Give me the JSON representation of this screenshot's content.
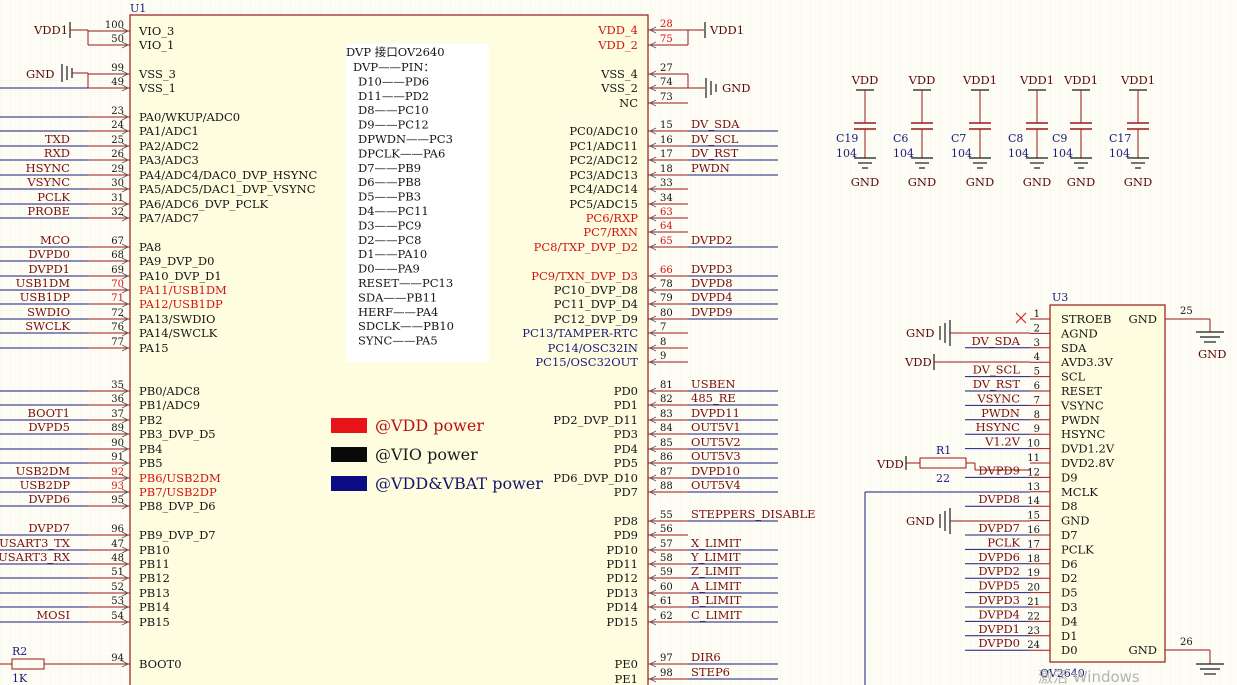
{
  "u1": {
    "designator": "U1",
    "left_pins": [
      {
        "num": "100",
        "name": "VIO_3",
        "net": "VDD1",
        "c": "k"
      },
      {
        "num": "50",
        "name": "VIO_1",
        "net": "",
        "c": "k"
      },
      {
        "num": "99",
        "name": "VSS_3",
        "net": "GND",
        "c": "k"
      },
      {
        "num": "49",
        "name": "VSS_1",
        "net": "",
        "c": "k"
      },
      {
        "num": "23",
        "name": "PA0/WKUP/ADC0",
        "net": "",
        "c": "k"
      },
      {
        "num": "24",
        "name": "PA1/ADC1",
        "net": "",
        "c": "k"
      },
      {
        "num": "25",
        "name": "PA2/ADC2",
        "net": "TXD",
        "c": "k"
      },
      {
        "num": "26",
        "name": "PA3/ADC3",
        "net": "RXD",
        "c": "k"
      },
      {
        "num": "29",
        "name": "PA4/ADC4/DAC0_DVP_HSYNC",
        "net": "HSYNC",
        "c": "k"
      },
      {
        "num": "30",
        "name": "PA5/ADC5/DAC1_DVP_VSYNC",
        "net": "VSYNC",
        "c": "k"
      },
      {
        "num": "31",
        "name": "PA6/ADC6_DVP_PCLK",
        "net": "PCLK",
        "c": "k"
      },
      {
        "num": "32",
        "name": "PA7/ADC7",
        "net": "PROBE",
        "c": "k"
      },
      {
        "num": "67",
        "name": "PA8",
        "net": "MCO",
        "c": "k"
      },
      {
        "num": "68",
        "name": "PA9_DVP_D0",
        "net": "DVPD0",
        "c": "k"
      },
      {
        "num": "69",
        "name": "PA10_DVP_D1",
        "net": "DVPD1",
        "c": "k"
      },
      {
        "num": "70",
        "name": "PA11/USB1DM",
        "net": "USB1DM",
        "c": "r"
      },
      {
        "num": "71",
        "name": "PA12/USB1DP",
        "net": "USB1DP",
        "c": "r"
      },
      {
        "num": "72",
        "name": "PA13/SWDIO",
        "net": "SWDIO",
        "c": "k"
      },
      {
        "num": "76",
        "name": "PA14/SWCLK",
        "net": "SWCLK",
        "c": "k"
      },
      {
        "num": "77",
        "name": "PA15",
        "net": "",
        "c": "k"
      },
      {
        "num": "35",
        "name": "PB0/ADC8",
        "net": "",
        "c": "k"
      },
      {
        "num": "36",
        "name": "PB1/ADC9",
        "net": "",
        "c": "k"
      },
      {
        "num": "37",
        "name": "PB2",
        "net": "BOOT1",
        "c": "k"
      },
      {
        "num": "89",
        "name": "PB3_DVP_D5",
        "net": "DVPD5",
        "c": "k"
      },
      {
        "num": "90",
        "name": "PB4",
        "net": "",
        "c": "k"
      },
      {
        "num": "91",
        "name": "PB5",
        "net": "",
        "c": "k"
      },
      {
        "num": "92",
        "name": "PB6/USB2DM",
        "net": "USB2DM",
        "c": "r"
      },
      {
        "num": "93",
        "name": "PB7/USB2DP",
        "net": "USB2DP",
        "c": "r"
      },
      {
        "num": "95",
        "name": "PB8_DVP_D6",
        "net": "DVPD6",
        "c": "k"
      },
      {
        "num": "96",
        "name": "PB9_DVP_D7",
        "net": "DVPD7",
        "c": "k"
      },
      {
        "num": "47",
        "name": "PB10",
        "net": "USART3_TX",
        "c": "k"
      },
      {
        "num": "48",
        "name": "PB11",
        "net": "USART3_RX",
        "c": "k"
      },
      {
        "num": "51",
        "name": "PB12",
        "net": "",
        "c": "k"
      },
      {
        "num": "52",
        "name": "PB13",
        "net": "",
        "c": "k"
      },
      {
        "num": "53",
        "name": "PB14",
        "net": "",
        "c": "k"
      },
      {
        "num": "54",
        "name": "PB15",
        "net": "MOSI",
        "c": "k"
      },
      {
        "num": "94",
        "name": "BOOT0",
        "net": "",
        "c": "k"
      }
    ],
    "right_pins": [
      {
        "num": "28",
        "name": "VDD_4",
        "net": "VDD1",
        "c": "r"
      },
      {
        "num": "75",
        "name": "VDD_2",
        "net": "",
        "c": "r"
      },
      {
        "num": "27",
        "name": "VSS_4",
        "net": "GND",
        "c": "k"
      },
      {
        "num": "74",
        "name": "VSS_2",
        "net": "",
        "c": "k"
      },
      {
        "num": "73",
        "name": "NC",
        "net": "",
        "c": "k"
      },
      {
        "num": "15",
        "name": "PC0/ADC10",
        "net": "DV_SDA",
        "c": "k"
      },
      {
        "num": "16",
        "name": "PC1/ADC11",
        "net": "DV_SCL",
        "c": "k"
      },
      {
        "num": "17",
        "name": "PC2/ADC12",
        "net": "DV_RST",
        "c": "k"
      },
      {
        "num": "18",
        "name": "PC3/ADC13",
        "net": "PWDN",
        "c": "k"
      },
      {
        "num": "33",
        "name": "PC4/ADC14",
        "net": "",
        "c": "k"
      },
      {
        "num": "34",
        "name": "PC5/ADC15",
        "net": "",
        "c": "k"
      },
      {
        "num": "63",
        "name": "PC6/RXP",
        "net": "",
        "c": "r"
      },
      {
        "num": "64",
        "name": "PC7/RXN",
        "net": "",
        "c": "r"
      },
      {
        "num": "65",
        "name": "PC8/TXP_DVP_D2",
        "net": "DVPD2",
        "c": "r"
      },
      {
        "num": "66",
        "name": "PC9/TXN_DVP_D3",
        "net": "DVPD3",
        "c": "r"
      },
      {
        "num": "78",
        "name": "PC10_DVP_D8",
        "net": "DVPD8",
        "c": "k"
      },
      {
        "num": "79",
        "name": "PC11_DVP_D4",
        "net": "DVPD4",
        "c": "k"
      },
      {
        "num": "80",
        "name": "PC12_DVP_D9",
        "net": "DVPD9",
        "c": "k"
      },
      {
        "num": "7",
        "name": "PC13/TAMPER-RTC",
        "net": "",
        "c": "b"
      },
      {
        "num": "8",
        "name": "PC14/OSC32IN",
        "net": "",
        "c": "b"
      },
      {
        "num": "9",
        "name": "PC15/OSC32OUT",
        "net": "",
        "c": "b"
      },
      {
        "num": "81",
        "name": "PD0",
        "net": "USBEN",
        "c": "k"
      },
      {
        "num": "82",
        "name": "PD1",
        "net": "485_RE",
        "c": "k"
      },
      {
        "num": "83",
        "name": "PD2_DVP_D11",
        "net": "DVPD11",
        "c": "k"
      },
      {
        "num": "84",
        "name": "PD3",
        "net": "OUT5V1",
        "c": "k"
      },
      {
        "num": "85",
        "name": "PD4",
        "net": "OUT5V2",
        "c": "k"
      },
      {
        "num": "86",
        "name": "PD5",
        "net": "OUT5V3",
        "c": "k"
      },
      {
        "num": "87",
        "name": "PD6_DVP_D10",
        "net": "DVPD10",
        "c": "k"
      },
      {
        "num": "88",
        "name": "PD7",
        "net": "OUT5V4",
        "c": "k"
      },
      {
        "num": "55",
        "name": "PD8",
        "net": "STEPPERS_DISABLE",
        "c": "k"
      },
      {
        "num": "56",
        "name": "PD9",
        "net": "",
        "c": "k"
      },
      {
        "num": "57",
        "name": "PD10",
        "net": "X_LIMIT",
        "c": "k"
      },
      {
        "num": "58",
        "name": "PD11",
        "net": "Y_LIMIT",
        "c": "k"
      },
      {
        "num": "59",
        "name": "PD12",
        "net": "Z_LIMIT",
        "c": "k"
      },
      {
        "num": "60",
        "name": "PD13",
        "net": "A_LIMIT",
        "c": "k"
      },
      {
        "num": "61",
        "name": "PD14",
        "net": "B_LIMIT",
        "c": "k"
      },
      {
        "num": "62",
        "name": "PD15",
        "net": "C_LIMIT",
        "c": "k"
      },
      {
        "num": "97",
        "name": "PE0",
        "net": "DIR6",
        "c": "k"
      },
      {
        "num": "98",
        "name": "PE1",
        "net": "STEP6",
        "c": "k"
      }
    ]
  },
  "dvp_note": {
    "title": "DVP 接口OV2640",
    "lines": [
      "DVP——PIN：",
      "D10——PD6",
      "D11——PD2",
      "D8——PC10",
      "D9——PC12",
      "DPWDN——PC3",
      "DPCLK——PA6",
      "D7——PB9",
      "D6——PB8",
      "D5——PB3",
      "D4——PC11",
      "D3——PC9",
      "D2——PC8",
      "D1——PA10",
      "D0——PA9",
      "RESET——PC13",
      "SDA——PB11",
      "HERF——PA4",
      "SDCLK——PB10",
      "SYNC——PA5"
    ]
  },
  "legend": [
    {
      "color": "#e8141a",
      "label": "@VDD power",
      "text_color": "#b81212"
    },
    {
      "color": "#0a0a0a",
      "label": "@VIO power",
      "text_color": "#1a1a1a"
    },
    {
      "color": "#0b0b84",
      "label": "@VDD&VBAT power",
      "text_color": "#14146a"
    }
  ],
  "power_labels": {
    "vdd1_left": "VDD1",
    "gnd_left": "GND",
    "vdd1_right": "VDD1",
    "gnd_right": "GND"
  },
  "capacitors": [
    {
      "ref": "C19",
      "value": "104",
      "top": "VDD",
      "bottom": "GND"
    },
    {
      "ref": "C6",
      "value": "104",
      "top": "VDD",
      "bottom": "GND"
    },
    {
      "ref": "C7",
      "value": "104",
      "top": "VDD1",
      "bottom": "GND"
    },
    {
      "ref": "C8",
      "value": "104",
      "top": "VDD1",
      "bottom": "GND"
    },
    {
      "ref": "C9",
      "value": "104",
      "top": "VDD1",
      "bottom": "GND"
    },
    {
      "ref": "C17",
      "value": "104",
      "top": "VDD1",
      "bottom": "GND"
    }
  ],
  "u3": {
    "designator": "U3",
    "partname": "OV2640",
    "left_pins": [
      {
        "num": "1",
        "name": "STROEB",
        "net": ""
      },
      {
        "num": "2",
        "name": "AGND",
        "net": ""
      },
      {
        "num": "3",
        "name": "SDA",
        "net": "DV_SDA"
      },
      {
        "num": "4",
        "name": "AVD3.3V",
        "net": ""
      },
      {
        "num": "5",
        "name": "SCL",
        "net": "DV_SCL"
      },
      {
        "num": "6",
        "name": "RESET",
        "net": "DV_RST"
      },
      {
        "num": "7",
        "name": "VSYNC",
        "net": "VSYNC"
      },
      {
        "num": "8",
        "name": "PWDN",
        "net": "PWDN"
      },
      {
        "num": "9",
        "name": "HSYNC",
        "net": "HSYNC"
      },
      {
        "num": "10",
        "name": "DVD1.2V",
        "net": "V1.2V"
      },
      {
        "num": "11",
        "name": "DVD2.8V",
        "net": ""
      },
      {
        "num": "12",
        "name": "D9",
        "net": "DVPD9"
      },
      {
        "num": "13",
        "name": "MCLK",
        "net": ""
      },
      {
        "num": "14",
        "name": "D8",
        "net": "DVPD8"
      },
      {
        "num": "15",
        "name": "GND",
        "net": ""
      },
      {
        "num": "16",
        "name": "D7",
        "net": "DVPD7"
      },
      {
        "num": "17",
        "name": "PCLK",
        "net": "PCLK"
      },
      {
        "num": "18",
        "name": "D6",
        "net": "DVPD6"
      },
      {
        "num": "19",
        "name": "D2",
        "net": "DVPD2"
      },
      {
        "num": "20",
        "name": "D5",
        "net": "DVPD5"
      },
      {
        "num": "21",
        "name": "D3",
        "net": "DVPD3"
      },
      {
        "num": "22",
        "name": "D4",
        "net": "DVPD4"
      },
      {
        "num": "23",
        "name": "D1",
        "net": "DVPD1"
      },
      {
        "num": "24",
        "name": "D0",
        "net": "DVPD0"
      }
    ],
    "right_top": {
      "num": "25",
      "name": "GND"
    },
    "right_bottom": {
      "num": "26",
      "name": "GND"
    },
    "gnd1": "GND",
    "vdd": "VDD",
    "gnd2": "GND",
    "gnd_right": "GND"
  },
  "r1": {
    "ref": "R1",
    "value": "22",
    "net": "VDD"
  },
  "r2": {
    "ref": "R2",
    "value": "1K"
  },
  "watermark": "激活 Windows"
}
